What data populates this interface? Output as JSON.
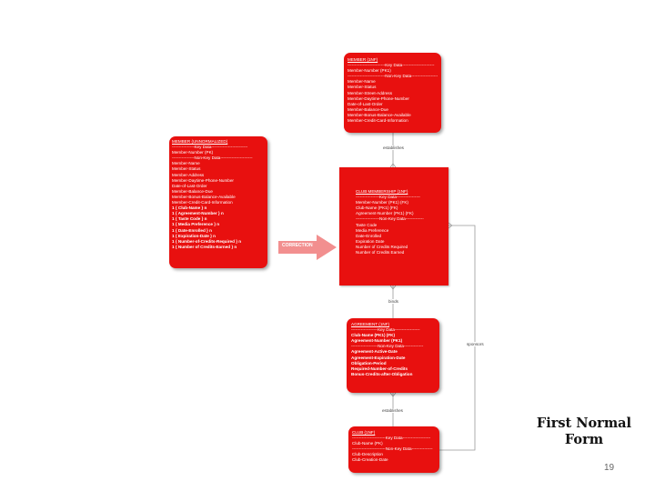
{
  "slide": {
    "title": "First Normal\nForm",
    "page_number": "19"
  },
  "entities": {
    "member_nf": {
      "lines": [
        "MEMBER (UNNORMALIZED)",
        "----------------Key Data--------------------------",
        "Member-Number (PK)",
        "----------------Non-Key Data-----------------------",
        "Member-Name",
        "Member-Status",
        "Member-Address",
        "Member-Daytime-Phone-Number",
        "Date-of-Last-Order",
        "Member-Balance-Due",
        "Member-Bonus-Balance-Available",
        "Member-Credit-Card-Information",
        "1 { Club-Name } n",
        "1 { Agreement-Number } n",
        "1 { Taste Code } n",
        "1 { Media Preference } n",
        "1 { Date-Enrolled } n",
        "1 { Expiration-Date } n",
        "1 { Number-of-Credits-Required } n",
        "1 { Number of Credits-Earned } n"
      ]
    },
    "member_1nf": {
      "lines": [
        "MEMBER (1NF)",
        "---------------------------Key Data-----------------------",
        "Member-Number (PK1)",
        "---------------------------Non-Key Data-------------------",
        "Member-Name",
        "Member-Status",
        "Member-Street-Address",
        "Member-Daytime-Phone-Number",
        "Date-of-Last-Order",
        "Member-Balance-Due",
        "Member-Bonus-Balance-Available",
        "Member-Credit-Card-Information"
      ]
    },
    "club_membership": {
      "lines": [
        "CLUB MEMBERSHIP (1NF)",
        "-----------------Key Data-----------------",
        "Member-Number (PK1) (FK)",
        "Club-Name (PK1) (FK)",
        "Agreement-Number (PK1) (FK)",
        "-----------------Non-Key Data-------------",
        "Taste Code",
        "Media Preference",
        "Date-Enrolled",
        "Expiration Date",
        "Number of Credits Required",
        "Number of Credits Earned"
      ]
    },
    "agreement": {
      "lines": [
        "AGREEMENT (1NF)",
        "-------------------Key Data------------------",
        "Club-Name (PK1) (FK)",
        "Agreement-Number (PK1)",
        "-------------------Non-Key Data--------------",
        "Agreement-Active-Date",
        "Agreement-Expiration-Date",
        "Obligation-Period",
        "Required-Number-of-Credits",
        "Bonus-Credits-after-Obligation"
      ]
    },
    "club": {
      "lines": [
        "CLUB (1NF)",
        "------------------------Key Data--------------------",
        "Club-Name (PK)",
        "------------------------Non-Key Data---------------",
        "Club-Description",
        "Club-Creation-Date"
      ]
    }
  },
  "relationships": {
    "establishes": "establishes",
    "binds": "binds",
    "establishes_bottom": "establishes",
    "sponsors": "sponsors"
  },
  "correction_label": "CORRECTION",
  "colors": {
    "entity_fill": "#e8100f",
    "arrow_fill": "#f28f8f",
    "connector": "#999999"
  }
}
